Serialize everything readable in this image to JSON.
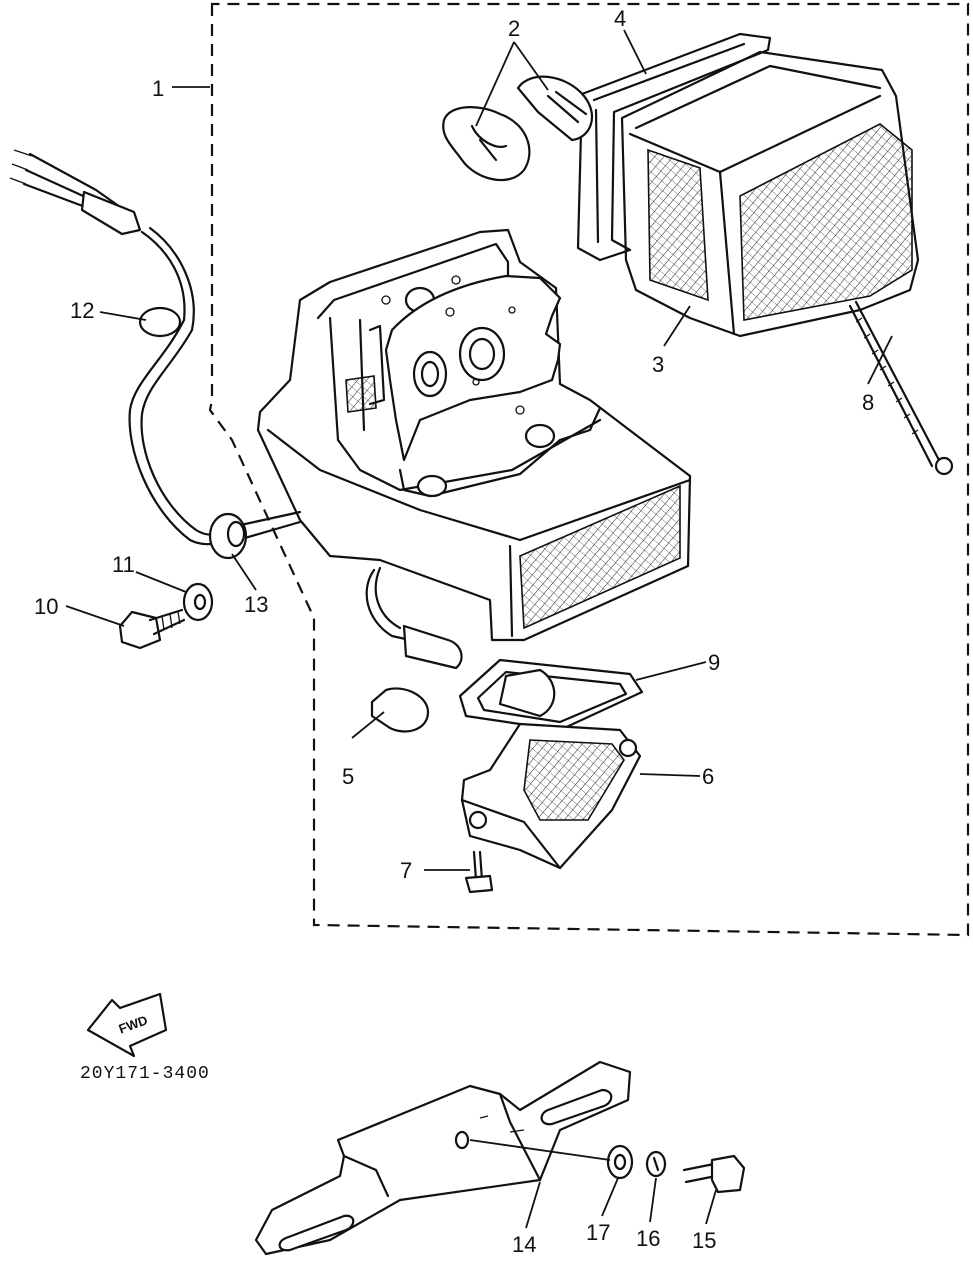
{
  "diagram": {
    "code": "20Y171-3400",
    "fwd_label": "FWD",
    "callouts": {
      "c1": "1",
      "c2": "2",
      "c3": "3",
      "c4": "4",
      "c5": "5",
      "c6": "6",
      "c7": "7",
      "c8": "8",
      "c9": "9",
      "c10": "10",
      "c11": "11",
      "c12": "12",
      "c13": "13",
      "c14": "14",
      "c15": "15",
      "c16": "16",
      "c17": "17"
    }
  }
}
